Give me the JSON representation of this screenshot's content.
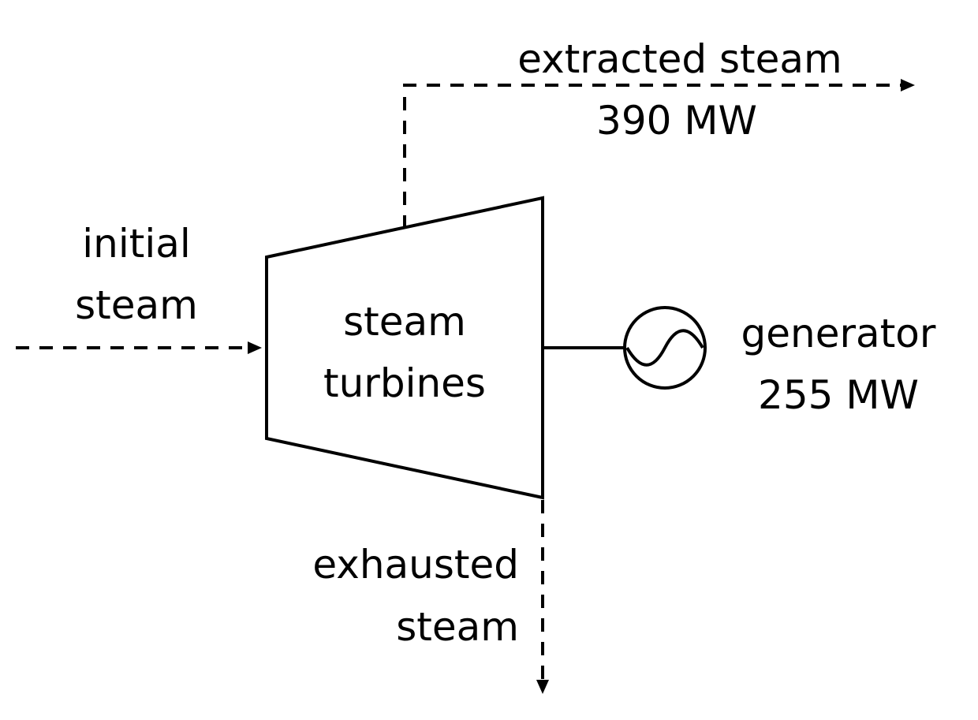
{
  "labels": {
    "extracted": {
      "line1": "extracted steam",
      "line2": "390 MW"
    },
    "initial": {
      "line1": "initial",
      "line2": "steam"
    },
    "turbine": {
      "line1": "steam",
      "line2": "turbines"
    },
    "generator": {
      "line1": "generator",
      "line2": "255 MW"
    },
    "exhausted": {
      "line1": "exhausted",
      "line2": "steam"
    }
  },
  "icons": {
    "generator": "ac-sine-wave-icon"
  }
}
